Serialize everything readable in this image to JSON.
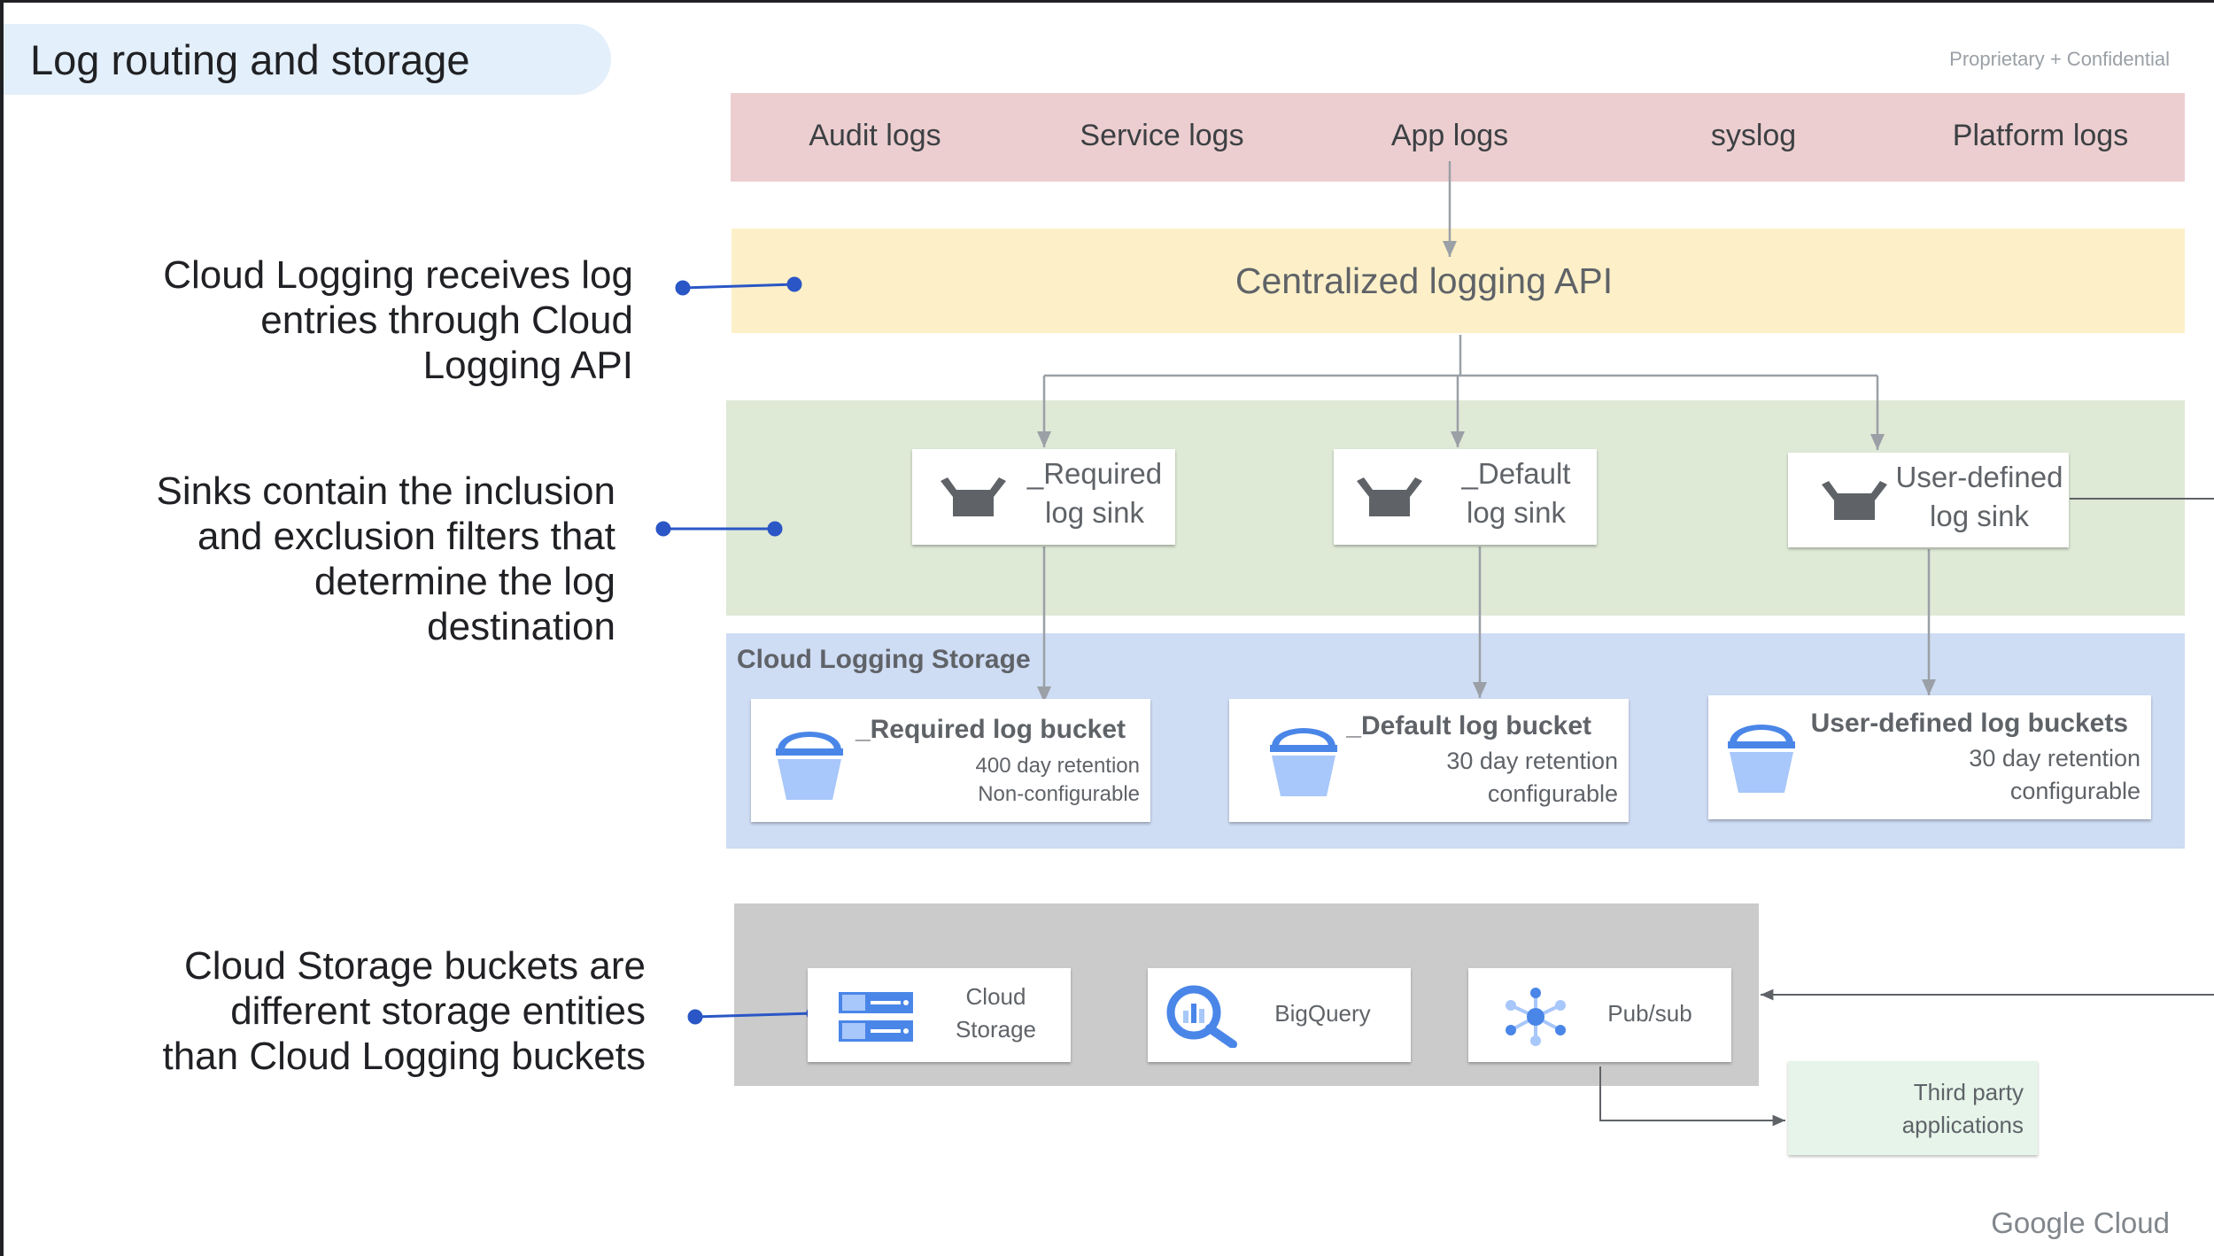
{
  "page": {
    "title": "Log routing and storage",
    "confidential": "Proprietary + Confidential",
    "brand": "Google Cloud"
  },
  "sources": [
    "Audit logs",
    "Service logs",
    "App logs",
    "syslog",
    "Platform logs"
  ],
  "api": {
    "label": "Centralized logging API"
  },
  "annotations": {
    "api": [
      "Cloud Logging receives log",
      "entries through Cloud",
      "Logging API"
    ],
    "sinks": [
      "Sinks contain the inclusion",
      "and exclusion filters that",
      "determine the log",
      "destination"
    ],
    "storage": [
      "Cloud Storage buckets are",
      "different storage entities",
      "than Cloud Logging buckets"
    ]
  },
  "sinks": [
    {
      "line1": "_Required",
      "line2": "log sink",
      "icon": "sink-icon"
    },
    {
      "line1": "_Default",
      "line2": "log sink",
      "icon": "sink-icon"
    },
    {
      "line1": "User-defined",
      "line2": "log sink",
      "icon": "sink-icon"
    }
  ],
  "storage": {
    "title": "Cloud Logging Storage",
    "buckets": [
      {
        "title": "_Required log bucket",
        "retention": "400 day retention",
        "config": "Non-configurable",
        "icon": "bucket-icon"
      },
      {
        "title": "_Default log bucket",
        "retention": "30 day retention",
        "config": "configurable",
        "icon": "bucket-icon"
      },
      {
        "title": "User-defined log buckets",
        "retention": "30 day retention",
        "config": "configurable",
        "icon": "bucket-icon"
      }
    ]
  },
  "destinations": [
    {
      "line1": "Cloud",
      "line2": "Storage",
      "icon": "cloud-storage-icon"
    },
    {
      "line1": "BigQuery",
      "line2": "",
      "icon": "bigquery-icon"
    },
    {
      "line1": "Pub/sub",
      "line2": "",
      "icon": "pubsub-icon"
    }
  ],
  "third_party": {
    "line1": "Third party",
    "line2": "applications"
  },
  "colors": {
    "sources_band": "#ecced0",
    "api_band": "#fdf0c8",
    "sinks_band": "#dee9d6",
    "storage_band": "#cedcf4",
    "destinations_band": "#cbcbcb",
    "third_party": "#e6f4ea",
    "bucket_blue": "#4a86e8",
    "bucket_light": "#a8c7fa",
    "annotation_line": "#2a56c6"
  }
}
